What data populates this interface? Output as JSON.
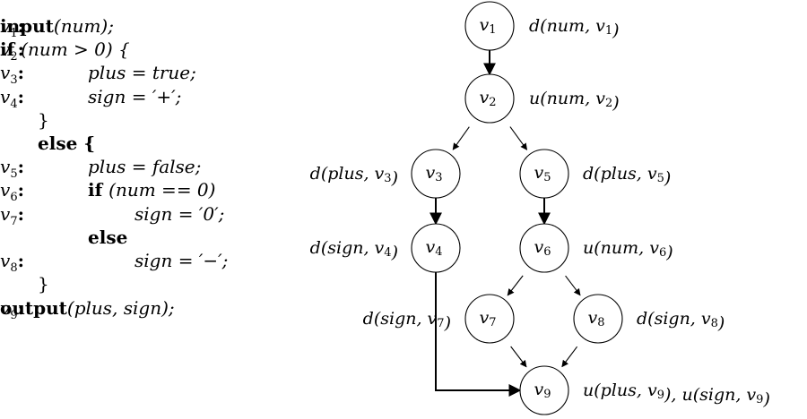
{
  "code": [
    {
      "label": "v1",
      "sub": "1",
      "parts": [
        {
          "t": "input",
          "s": "kw"
        },
        {
          "t": "(num);",
          "s": "mi"
        }
      ]
    },
    {
      "label": "v2",
      "sub": "2",
      "parts": [
        {
          "t": "if ",
          "s": "kw"
        },
        {
          "t": "(num > 0) {",
          "s": "mi"
        }
      ]
    },
    {
      "label": "v3",
      "sub": "3",
      "indent": 2,
      "parts": [
        {
          "t": "plus = true;",
          "s": "mi"
        }
      ]
    },
    {
      "label": "v4",
      "sub": "4",
      "indent": 2,
      "parts": [
        {
          "t": "sign = ′+′;",
          "s": "mi"
        }
      ]
    },
    {
      "label": "",
      "indent": 1,
      "parts": [
        {
          "t": "}",
          "s": ""
        }
      ]
    },
    {
      "label": "",
      "indent": 1,
      "parts": [
        {
          "t": "else {",
          "s": "kw"
        }
      ]
    },
    {
      "label": "v5",
      "sub": "5",
      "indent": 2,
      "parts": [
        {
          "t": "plus = false;",
          "s": "mi"
        }
      ]
    },
    {
      "label": "v6",
      "sub": "6",
      "indent": 2,
      "parts": [
        {
          "t": "if ",
          "s": "kw"
        },
        {
          "t": "(num == 0)",
          "s": "mi"
        }
      ]
    },
    {
      "label": "v7",
      "sub": "7",
      "indent": 3,
      "parts": [
        {
          "t": "sign = ′0′;",
          "s": "mi"
        }
      ]
    },
    {
      "label": "",
      "indent": 2,
      "parts": [
        {
          "t": "else",
          "s": "kw"
        }
      ]
    },
    {
      "label": "v8",
      "sub": "8",
      "indent": 3,
      "parts": [
        {
          "t": "sign = ′−′;",
          "s": "mi"
        }
      ]
    },
    {
      "label": "",
      "indent": 1,
      "parts": [
        {
          "t": "}",
          "s": ""
        }
      ]
    },
    {
      "label": "v9",
      "sub": "9",
      "parts": [
        {
          "t": "output",
          "s": "kw"
        },
        {
          "t": "(plus, sign);",
          "s": "mi"
        }
      ]
    }
  ],
  "nodes": [
    {
      "id": "v1",
      "sub": "1",
      "ann": "d(num, v1)"
    },
    {
      "id": "v2",
      "sub": "2",
      "ann": "u(num, v2)"
    },
    {
      "id": "v3",
      "sub": "3",
      "ann": "d(plus, v3)"
    },
    {
      "id": "v4",
      "sub": "4",
      "ann": "d(sign, v4)"
    },
    {
      "id": "v5",
      "sub": "5",
      "ann": "d(plus, v5)"
    },
    {
      "id": "v6",
      "sub": "6",
      "ann": "u(num, v6)"
    },
    {
      "id": "v7",
      "sub": "7",
      "ann": "d(sign, v7)"
    },
    {
      "id": "v8",
      "sub": "8",
      "ann": "d(sign, v8)"
    },
    {
      "id": "v9",
      "sub": "9",
      "ann": "u(plus, v9),  u(sign, v9)"
    }
  ],
  "edges": [
    [
      "v1",
      "v2"
    ],
    [
      "v2",
      "v3"
    ],
    [
      "v2",
      "v5"
    ],
    [
      "v3",
      "v4"
    ],
    [
      "v5",
      "v6"
    ],
    [
      "v6",
      "v7"
    ],
    [
      "v6",
      "v8"
    ],
    [
      "v7",
      "v9"
    ],
    [
      "v8",
      "v9"
    ],
    [
      "v4",
      "v9"
    ]
  ]
}
